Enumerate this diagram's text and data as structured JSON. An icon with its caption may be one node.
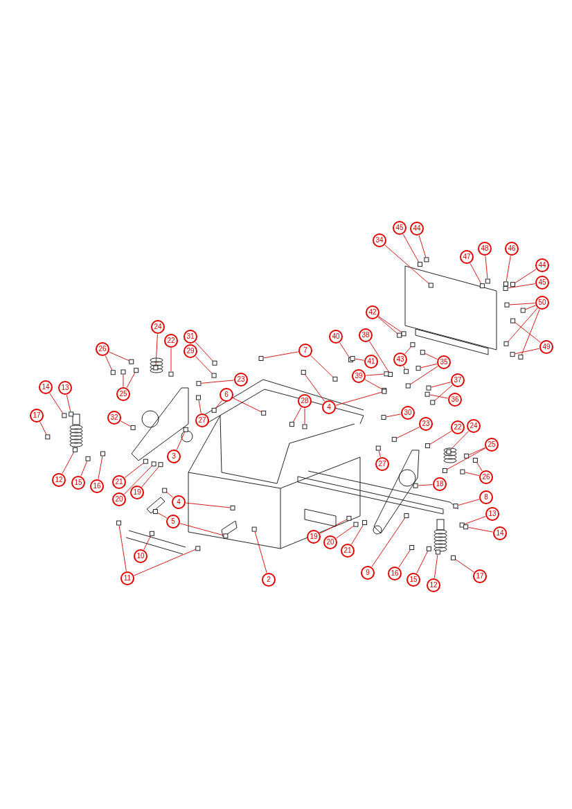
{
  "diagram": {
    "nodes": [
      {
        "text": [
          "45"
        ]
      },
      {
        "text": [
          "44"
        ]
      },
      {
        "text": [
          "34"
        ]
      },
      {
        "text": [
          "47"
        ]
      },
      {
        "text": [
          "48"
        ]
      },
      {
        "text": [
          "46"
        ]
      },
      {
        "text": [
          "44"
        ]
      },
      {
        "text": [
          "45"
        ]
      },
      {
        "text": [
          "50"
        ]
      },
      {
        "text": [
          "42"
        ]
      },
      {
        "text": [
          "49"
        ]
      },
      {
        "text": [
          "24"
        ]
      },
      {
        "text": [
          "22"
        ]
      },
      {
        "text": [
          "31"
        ]
      },
      {
        "text": [
          "40"
        ]
      },
      {
        "text": [
          "7"
        ]
      },
      {
        "text": [
          "38"
        ]
      },
      {
        "text": [
          "29"
        ]
      },
      {
        "text": [
          "26"
        ]
      },
      {
        "text": [
          "41"
        ]
      },
      {
        "text": [
          "43"
        ]
      },
      {
        "text": [
          "35"
        ]
      },
      {
        "text": [
          "39"
        ]
      },
      {
        "text": [
          "23"
        ]
      },
      {
        "text": [
          "25"
        ]
      },
      {
        "text": [
          "14"
        ]
      },
      {
        "text": [
          "13"
        ]
      },
      {
        "text": [
          "4"
        ]
      },
      {
        "text": [
          "37"
        ]
      },
      {
        "text": [
          "36"
        ]
      },
      {
        "text": [
          "6"
        ]
      },
      {
        "text": [
          "17"
        ]
      },
      {
        "text": [
          "28"
        ]
      },
      {
        "text": [
          "30"
        ]
      },
      {
        "text": [
          "23"
        ]
      },
      {
        "text": [
          "32"
        ]
      },
      {
        "text": [
          "27"
        ]
      },
      {
        "text": [
          "22"
        ]
      },
      {
        "text": [
          "24"
        ]
      },
      {
        "text": [
          "25"
        ]
      },
      {
        "text": [
          "3"
        ]
      },
      {
        "text": [
          "12"
        ]
      },
      {
        "text": [
          "15"
        ]
      },
      {
        "text": [
          "16"
        ]
      },
      {
        "text": [
          "21"
        ]
      },
      {
        "text": [
          "20"
        ]
      },
      {
        "text": [
          "19"
        ]
      },
      {
        "text": [
          "27"
        ]
      },
      {
        "text": [
          "26"
        ]
      },
      {
        "text": [
          "18"
        ]
      },
      {
        "text": [
          "4"
        ]
      },
      {
        "text": [
          "8"
        ]
      },
      {
        "text": [
          "5"
        ]
      },
      {
        "text": [
          "13"
        ]
      },
      {
        "text": [
          "14"
        ]
      },
      {
        "text": [
          "19"
        ]
      },
      {
        "text": [
          "20"
        ]
      },
      {
        "text": [
          "21"
        ]
      },
      {
        "text": [
          "10"
        ]
      },
      {
        "text": [
          "9"
        ]
      },
      {
        "text": [
          "16"
        ]
      },
      {
        "text": [
          "15"
        ]
      },
      {
        "text": [
          "17"
        ]
      },
      {
        "text": [
          "2"
        ]
      },
      {
        "text": [
          "12"
        ]
      },
      {
        "text": [
          "11"
        ]
      },
      {
        "text": [],
        "shape": "box"
      },
      {
        "text": [],
        "shape": "box"
      },
      {
        "text": [],
        "shape": "box"
      },
      {
        "text": [],
        "shape": "box"
      },
      {
        "text": [],
        "shape": "box"
      },
      {
        "text": [],
        "shape": "box"
      },
      {
        "text": [],
        "shape": "box"
      },
      {
        "text": [],
        "shape": "box"
      },
      {
        "text": [],
        "shape": "box"
      },
      {
        "text": [],
        "shape": "box"
      },
      {
        "text": [],
        "shape": "box"
      },
      {
        "text": [],
        "shape": "box"
      },
      {
        "text": [],
        "shape": "box"
      },
      {
        "text": [],
        "shape": "box"
      },
      {
        "text": [],
        "shape": "box"
      },
      {
        "text": [],
        "shape": "box"
      },
      {
        "text": [],
        "shape": "box"
      },
      {
        "text": [],
        "shape": "box"
      },
      {
        "text": [],
        "shape": "box"
      },
      {
        "text": [],
        "shape": "box"
      },
      {
        "text": [],
        "shape": "box"
      },
      {
        "text": [],
        "shape": "box"
      },
      {
        "text": [],
        "shape": "box"
      },
      {
        "text": [],
        "shape": "box"
      },
      {
        "text": [],
        "shape": "box"
      },
      {
        "text": [],
        "shape": "box"
      },
      {
        "text": [],
        "shape": "box"
      },
      {
        "text": [],
        "shape": "box"
      },
      {
        "text": [],
        "shape": "box"
      },
      {
        "text": [],
        "shape": "box"
      },
      {
        "text": [],
        "shape": "box"
      },
      {
        "text": [],
        "shape": "box"
      },
      {
        "text": [],
        "shape": "box"
      },
      {
        "text": [],
        "shape": "box"
      },
      {
        "text": [],
        "shape": "box"
      },
      {
        "text": [],
        "shape": "box"
      },
      {
        "text": [],
        "shape": "box"
      },
      {
        "text": [],
        "shape": "box"
      },
      {
        "text": [],
        "shape": "box"
      },
      {
        "text": [],
        "shape": "box"
      },
      {
        "text": [],
        "shape": "box"
      },
      {
        "text": [],
        "shape": "box"
      },
      {
        "text": [],
        "shape": "box"
      },
      {
        "text": [],
        "shape": "box"
      },
      {
        "text": [],
        "shape": "box"
      },
      {
        "text": [],
        "shape": "box"
      },
      {
        "text": [],
        "shape": "box"
      },
      {
        "text": [],
        "shape": "box"
      },
      {
        "text": [],
        "shape": "box"
      },
      {
        "text": [],
        "shape": "box"
      },
      {
        "text": [],
        "shape": "box"
      },
      {
        "text": [],
        "shape": "box"
      },
      {
        "text": [],
        "shape": "box"
      },
      {
        "text": [],
        "shape": "box"
      },
      {
        "text": [],
        "shape": "box"
      },
      {
        "text": [],
        "shape": "box"
      },
      {
        "text": [],
        "shape": "box"
      },
      {
        "text": [],
        "shape": "box"
      },
      {
        "text": [],
        "shape": "box"
      },
      {
        "text": [],
        "shape": "box"
      },
      {
        "text": [],
        "shape": "box"
      },
      {
        "text": [],
        "shape": "box"
      },
      {
        "text": [],
        "shape": "box"
      },
      {
        "text": [],
        "shape": "box"
      },
      {
        "text": [],
        "shape": "box"
      },
      {
        "text": [],
        "shape": "box"
      },
      {
        "text": [],
        "shape": "box"
      },
      {
        "text": [],
        "shape": "box"
      },
      {
        "text": [],
        "shape": "box"
      },
      {
        "text": [],
        "shape": "box"
      },
      {
        "text": [],
        "shape": "box"
      },
      {
        "text": [],
        "shape": "box"
      },
      {
        "text": [],
        "shape": "box"
      },
      {
        "text": [],
        "shape": "box"
      },
      {
        "text": [],
        "shape": "box"
      },
      {
        "text": [],
        "shape": "box"
      },
      {
        "text": [],
        "shape": "box"
      },
      {
        "text": [],
        "shape": "box"
      },
      {
        "text": [],
        "shape": "box"
      },
      {
        "text": [],
        "shape": "box"
      },
      {
        "text": [],
        "shape": "box"
      },
      {
        "text": [],
        "shape": "box"
      },
      {
        "text": [],
        "shape": "box"
      },
      {
        "text": [],
        "shape": "box"
      },
      {
        "text": [],
        "shape": "box"
      },
      {
        "text": [],
        "shape": "box"
      },
      {
        "text": [],
        "shape": "box"
      }
    ],
    "edges": [
      {
        "from": 0,
        "to": 66,
        "arrow": "none"
      },
      {
        "from": 1,
        "to": 67,
        "arrow": "none"
      },
      {
        "from": 2,
        "to": 68,
        "arrow": "none"
      },
      {
        "from": 3,
        "to": 69,
        "arrow": "none"
      },
      {
        "from": 4,
        "to": 70,
        "arrow": "none"
      },
      {
        "from": 5,
        "to": 71,
        "arrow": "none"
      },
      {
        "from": 6,
        "to": 72,
        "arrow": "none"
      },
      {
        "from": 7,
        "to": 73,
        "arrow": "none"
      },
      {
        "from": 8,
        "to": 74,
        "arrow": "none"
      },
      {
        "from": 8,
        "to": 75,
        "arrow": "none"
      },
      {
        "from": 8,
        "to": 76,
        "arrow": "none"
      },
      {
        "from": 8,
        "to": 77,
        "arrow": "none"
      },
      {
        "from": 9,
        "to": 78,
        "arrow": "none"
      },
      {
        "from": 9,
        "to": 79,
        "arrow": "none"
      },
      {
        "from": 10,
        "to": 80,
        "arrow": "none"
      },
      {
        "from": 10,
        "to": 81,
        "arrow": "none"
      },
      {
        "from": 11,
        "to": 82,
        "arrow": "none"
      },
      {
        "from": 12,
        "to": 83,
        "arrow": "none"
      },
      {
        "from": 13,
        "to": 84,
        "arrow": "none"
      },
      {
        "from": 14,
        "to": 85,
        "arrow": "none"
      },
      {
        "from": 15,
        "to": 86,
        "arrow": "none"
      },
      {
        "from": 15,
        "to": 87,
        "arrow": "none"
      },
      {
        "from": 16,
        "to": 88,
        "arrow": "none"
      },
      {
        "from": 17,
        "to": 89,
        "arrow": "none"
      },
      {
        "from": 18,
        "to": 90,
        "arrow": "none"
      },
      {
        "from": 18,
        "to": 91,
        "arrow": "none"
      },
      {
        "from": 19,
        "to": 92,
        "arrow": "none"
      },
      {
        "from": 20,
        "to": 93,
        "arrow": "none"
      },
      {
        "from": 20,
        "to": 94,
        "arrow": "none"
      },
      {
        "from": 21,
        "to": 95,
        "arrow": "none"
      },
      {
        "from": 21,
        "to": 96,
        "arrow": "none"
      },
      {
        "from": 21,
        "to": 97,
        "arrow": "none"
      },
      {
        "from": 22,
        "to": 98,
        "arrow": "none"
      },
      {
        "from": 22,
        "to": 99,
        "arrow": "none"
      },
      {
        "from": 23,
        "to": 100,
        "arrow": "none"
      },
      {
        "from": 24,
        "to": 101,
        "arrow": "none"
      },
      {
        "from": 24,
        "to": 102,
        "arrow": "none"
      },
      {
        "from": 25,
        "to": 103,
        "arrow": "none"
      },
      {
        "from": 26,
        "to": 104,
        "arrow": "none"
      },
      {
        "from": 27,
        "to": 105,
        "arrow": "none"
      },
      {
        "from": 27,
        "to": 106,
        "arrow": "none"
      },
      {
        "from": 28,
        "to": 107,
        "arrow": "none"
      },
      {
        "from": 28,
        "to": 108,
        "arrow": "none"
      },
      {
        "from": 29,
        "to": 109,
        "arrow": "none"
      },
      {
        "from": 30,
        "to": 110,
        "arrow": "none"
      },
      {
        "from": 30,
        "to": 111,
        "arrow": "none"
      },
      {
        "from": 31,
        "to": 112,
        "arrow": "none"
      },
      {
        "from": 32,
        "to": 113,
        "arrow": "none"
      },
      {
        "from": 32,
        "to": 114,
        "arrow": "none"
      },
      {
        "from": 33,
        "to": 115,
        "arrow": "none"
      },
      {
        "from": 34,
        "to": 116,
        "arrow": "none"
      },
      {
        "from": 35,
        "to": 117,
        "arrow": "none"
      },
      {
        "from": 36,
        "to": 118,
        "arrow": "none"
      },
      {
        "from": 37,
        "to": 119,
        "arrow": "none"
      },
      {
        "from": 38,
        "to": 120,
        "arrow": "none"
      },
      {
        "from": 39,
        "to": 121,
        "arrow": "none"
      },
      {
        "from": 39,
        "to": 122,
        "arrow": "none"
      },
      {
        "from": 40,
        "to": 123,
        "arrow": "none"
      },
      {
        "from": 41,
        "to": 124,
        "arrow": "none"
      },
      {
        "from": 42,
        "to": 125,
        "arrow": "none"
      },
      {
        "from": 43,
        "to": 126,
        "arrow": "none"
      },
      {
        "from": 44,
        "to": 127,
        "arrow": "none"
      },
      {
        "from": 45,
        "to": 128,
        "arrow": "none"
      },
      {
        "from": 46,
        "to": 129,
        "arrow": "none"
      },
      {
        "from": 47,
        "to": 130,
        "arrow": "none"
      },
      {
        "from": 48,
        "to": 131,
        "arrow": "none"
      },
      {
        "from": 48,
        "to": 132,
        "arrow": "none"
      },
      {
        "from": 49,
        "to": 133,
        "arrow": "none"
      },
      {
        "from": 50,
        "to": 134,
        "arrow": "none"
      },
      {
        "from": 50,
        "to": 135,
        "arrow": "none"
      },
      {
        "from": 51,
        "to": 136,
        "arrow": "none"
      },
      {
        "from": 52,
        "to": 137,
        "arrow": "none"
      },
      {
        "from": 52,
        "to": 138,
        "arrow": "none"
      },
      {
        "from": 53,
        "to": 139,
        "arrow": "none"
      },
      {
        "from": 54,
        "to": 140,
        "arrow": "none"
      },
      {
        "from": 55,
        "to": 141,
        "arrow": "none"
      },
      {
        "from": 56,
        "to": 142,
        "arrow": "none"
      },
      {
        "from": 57,
        "to": 143,
        "arrow": "none"
      },
      {
        "from": 58,
        "to": 144,
        "arrow": "none"
      },
      {
        "from": 59,
        "to": 145,
        "arrow": "none"
      },
      {
        "from": 60,
        "to": 146,
        "arrow": "none"
      },
      {
        "from": 61,
        "to": 147,
        "arrow": "none"
      },
      {
        "from": 62,
        "to": 148,
        "arrow": "none"
      },
      {
        "from": 63,
        "to": 149,
        "arrow": "none"
      },
      {
        "from": 64,
        "to": 150,
        "arrow": "none"
      },
      {
        "from": 65,
        "to": 151,
        "arrow": "none"
      },
      {
        "from": 65,
        "to": 152,
        "arrow": "none"
      }
    ]
  }
}
